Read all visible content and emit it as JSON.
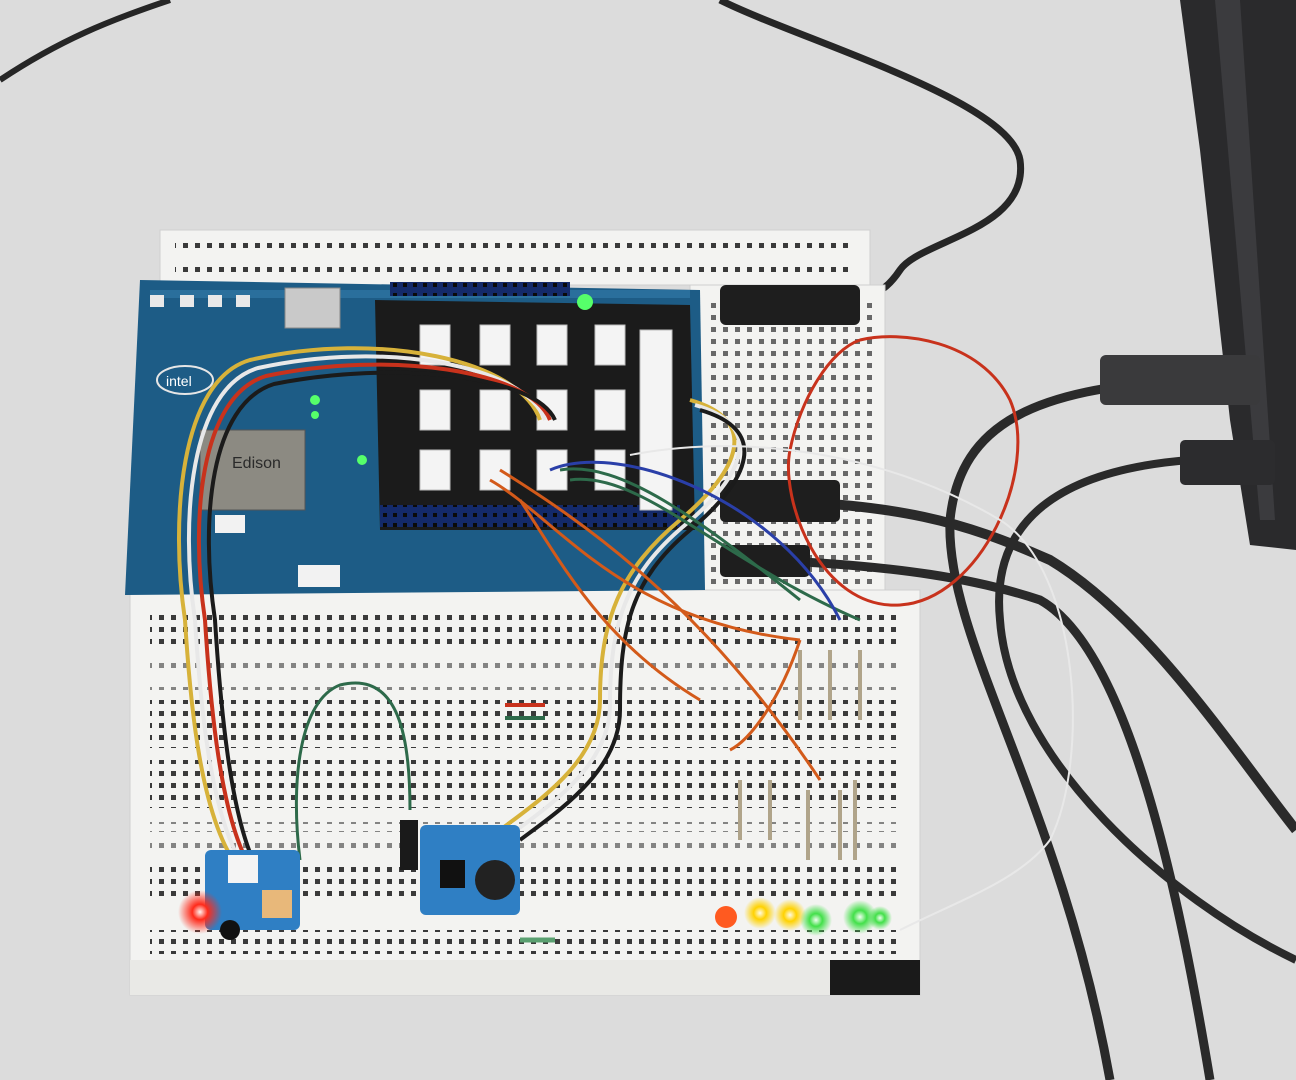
{
  "scene": {
    "board_brand": "intel",
    "module_label": "Edison",
    "colors": {
      "table": "#dedede",
      "breadboard": "#f3f3f1",
      "pcb": "#1d5c86",
      "shield": "#1b1b1b",
      "shield_header": "#1f4fb0",
      "cable": "#262626",
      "wire_red": "#c8321c",
      "wire_orange": "#d35a1a",
      "wire_white": "#e8e8e8",
      "wire_yellow": "#d7b23a",
      "wire_blue": "#2a3fa8",
      "wire_green": "#2d6a4a",
      "led_red": "#ff2a1a",
      "led_yellow": "#ffd200",
      "led_green": "#43e04a",
      "grove_module": "#2f7fc4"
    },
    "led_row": [
      {
        "color": "red",
        "lit": false
      },
      {
        "color": "yellow",
        "lit": true
      },
      {
        "color": "yellow",
        "lit": true
      },
      {
        "color": "green",
        "lit": true
      },
      {
        "color": "green",
        "lit": true
      },
      {
        "color": "green",
        "lit": true
      }
    ]
  }
}
